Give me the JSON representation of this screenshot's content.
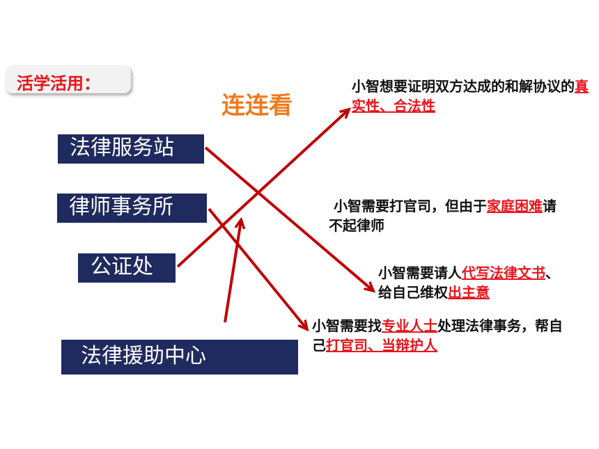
{
  "badge": {
    "text": "活学活用："
  },
  "title": "连连看",
  "boxes": [
    {
      "label": "法律服务站"
    },
    {
      "label": "律师事务所"
    },
    {
      "label": "公证处"
    },
    {
      "label": "法律援助中心"
    }
  ],
  "descriptions": {
    "d1": {
      "a": "小智想要证明双方达成的和解协议的",
      "b": "真实性、合法性"
    },
    "d2": {
      "a": "小智需要打官司，但由于",
      "b": "家庭困难",
      "c": "请不起律师"
    },
    "d3": {
      "a": "小智需要请人",
      "b": "代写法律文书",
      "c": "、给自己维权",
      "d": "出主意"
    },
    "d4": {
      "a": "小智需要找",
      "b": "专业人士",
      "c": "处理法律事务，帮自己",
      "d": "打官司、当辩护人"
    }
  },
  "colors": {
    "box_bg": "#1f2a5e",
    "arrow": "#c00000",
    "highlight": "#e8141c",
    "title": "#ee7a1e"
  }
}
